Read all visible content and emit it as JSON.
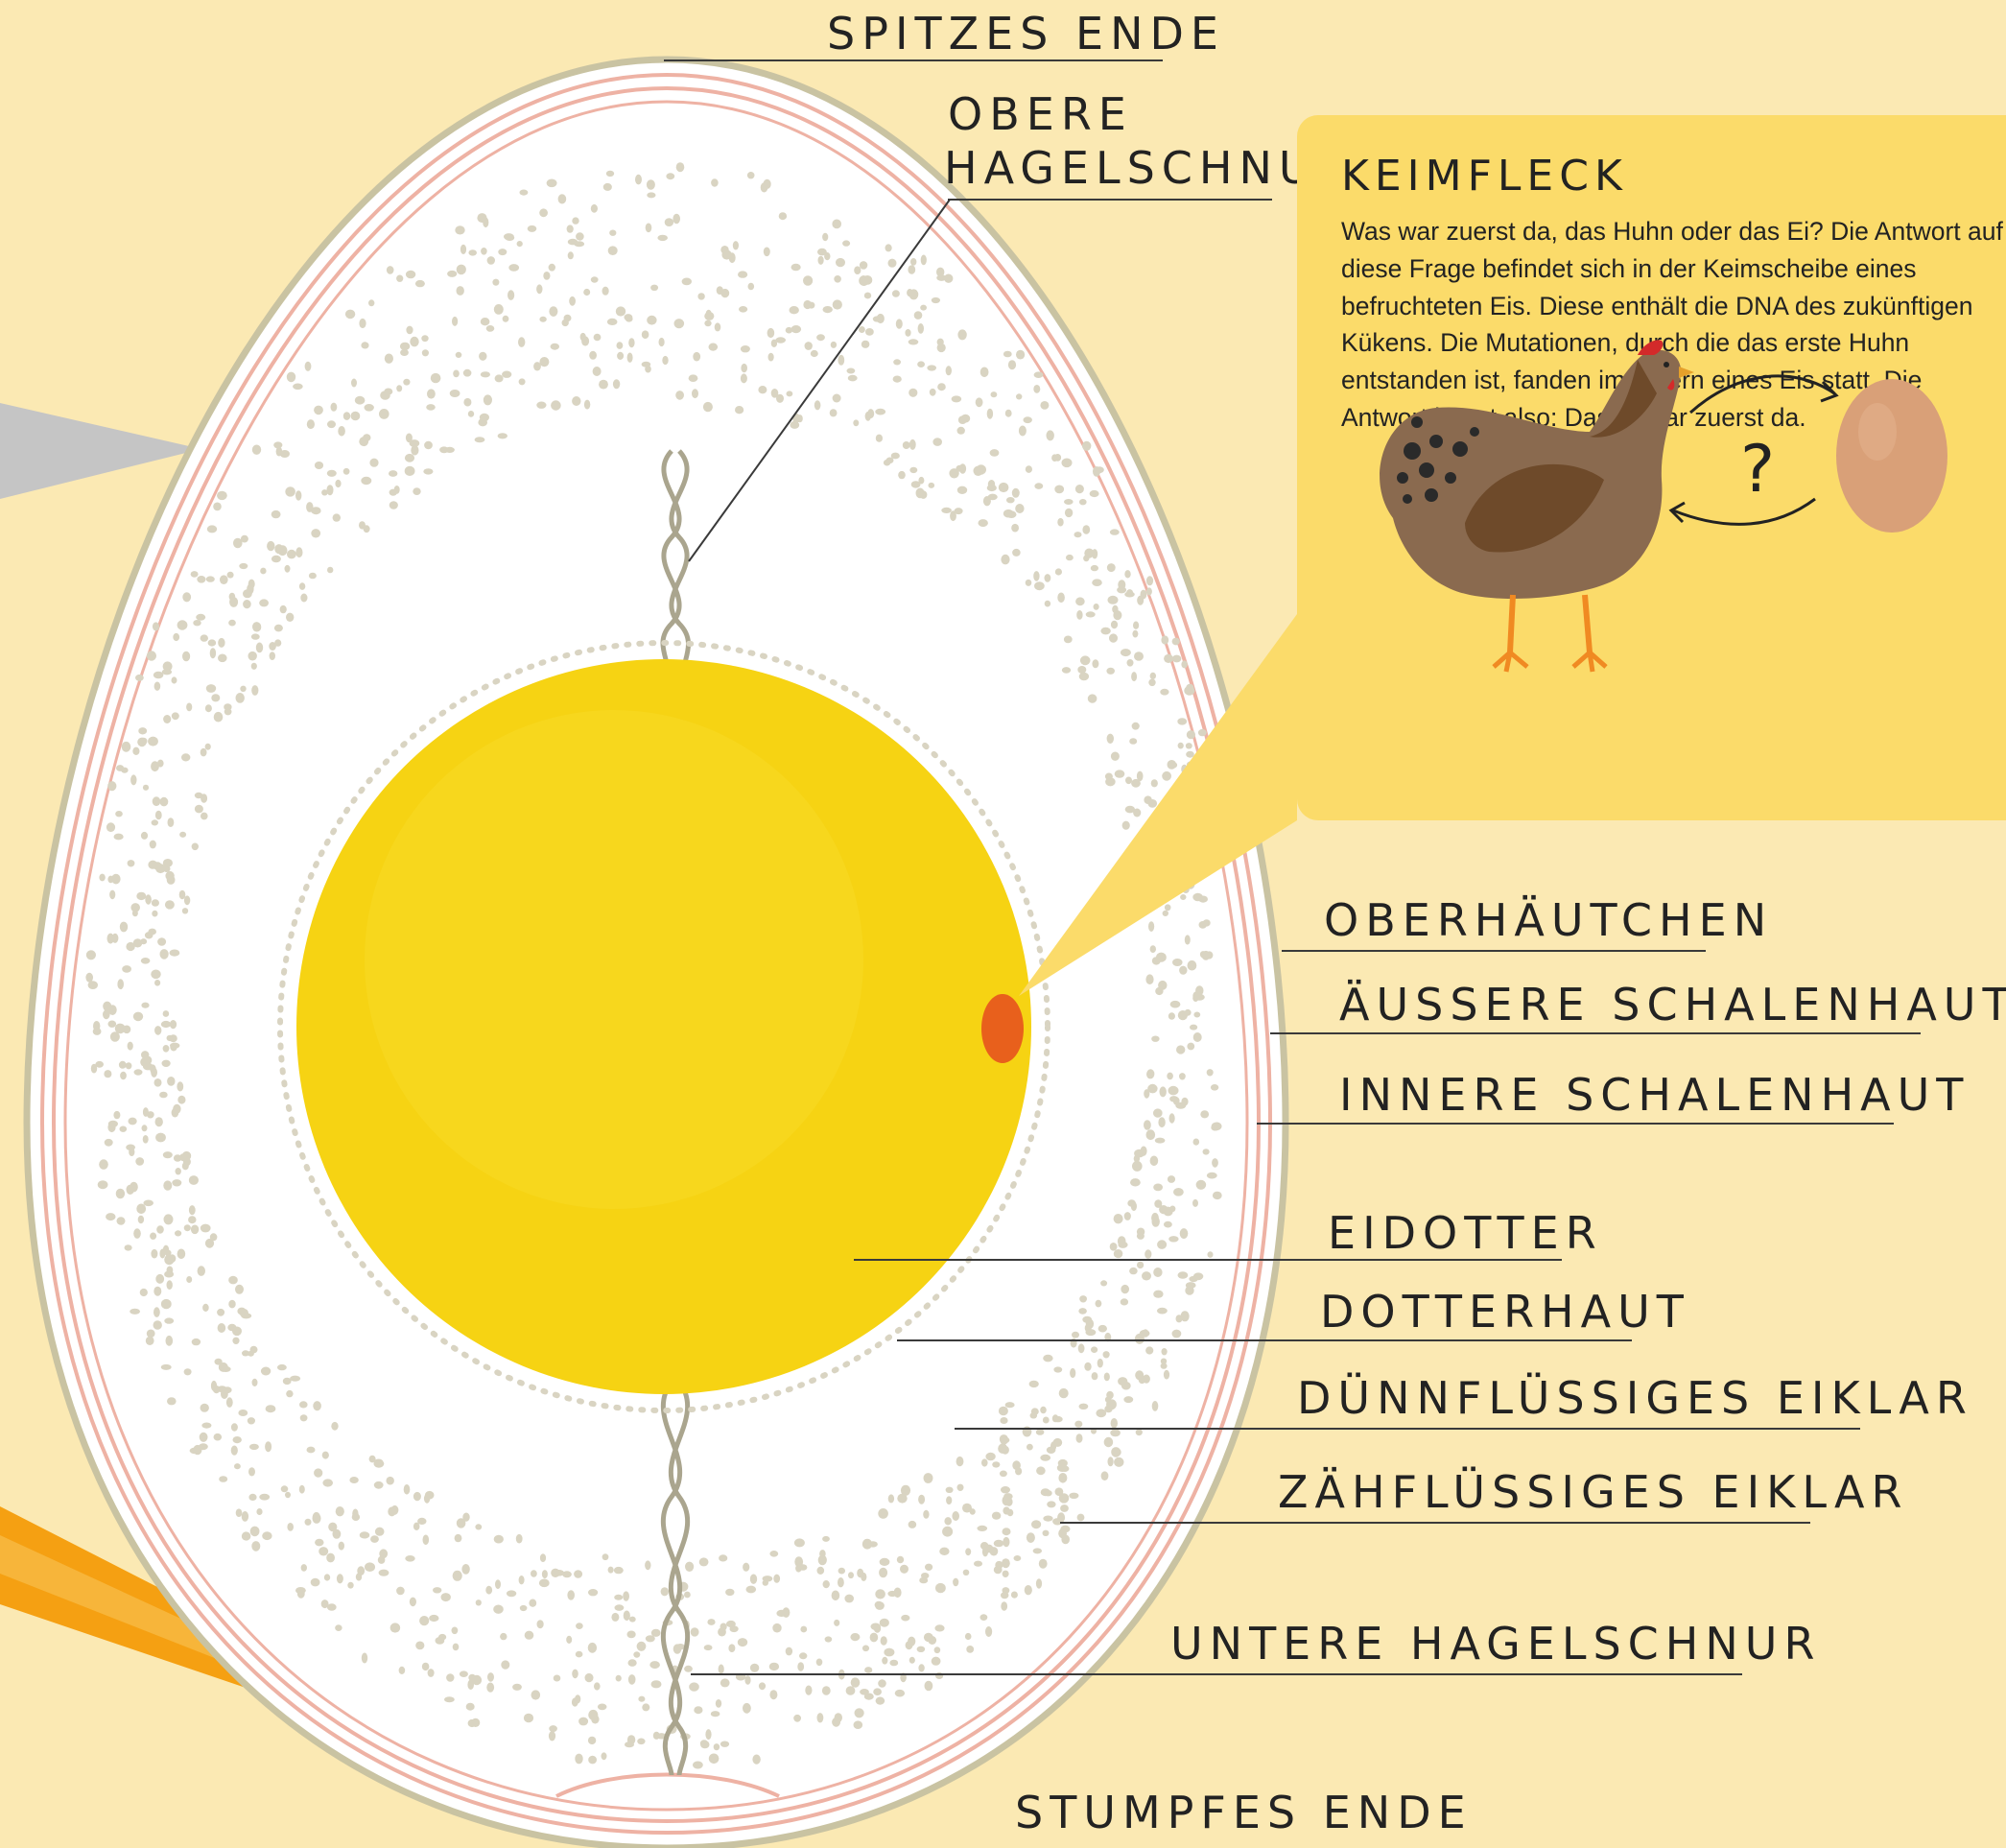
{
  "colors": {
    "background": "#fbe9b3",
    "shell_outline": "#c9c3a2",
    "membrane": "#eeb2a4",
    "albumen": "#ffffff",
    "albumen_dots": "#d9d4c2",
    "yolk": "#f6d313",
    "germinal_disc": "#e8601c",
    "card": "#fbdb6a",
    "chalaza": "#aaa58e",
    "orange_pointer": "#f5a012",
    "grey_pointer": "#c5c5c5"
  },
  "labels": {
    "pointed_end": "SPITZES ENDE",
    "upper_chalaza_line1": "OBERE",
    "upper_chalaza_line2": "HAGELSCHNUR",
    "cuticle": "OBERHÄUTCHEN",
    "outer_membrane": "ÄUSSERE SCHALENHAUT",
    "inner_membrane": "INNERE SCHALENHAUT",
    "yolk": "EIDOTTER",
    "vitelline_membrane": "DOTTERHAUT",
    "thin_albumen": "DÜNNFLÜSSIGES EIKLAR",
    "thick_albumen": "ZÄHFLÜSSIGES EIKLAR",
    "lower_chalaza": "UNTERE HAGELSCHNUR",
    "blunt_end": "STUMPFES ENDE"
  },
  "info_card": {
    "title": "KEIMFLECK",
    "text": "Was war zuerst da, das Huhn oder das Ei? Die Antwort auf diese Frage befindet sich in der Keimscheibe eines befruchteten Eis. Diese enthält die DNA des zukünftigen Kükens. Die Mutationen, durch die das erste Huhn entstanden ist, fanden im Innern eines Eis statt. Die Antwort lautet also: Das Ei war zuerst da.",
    "question_mark": "?",
    "icons": [
      "hen-icon",
      "egg-icon",
      "cycle-arrows-icon"
    ]
  }
}
